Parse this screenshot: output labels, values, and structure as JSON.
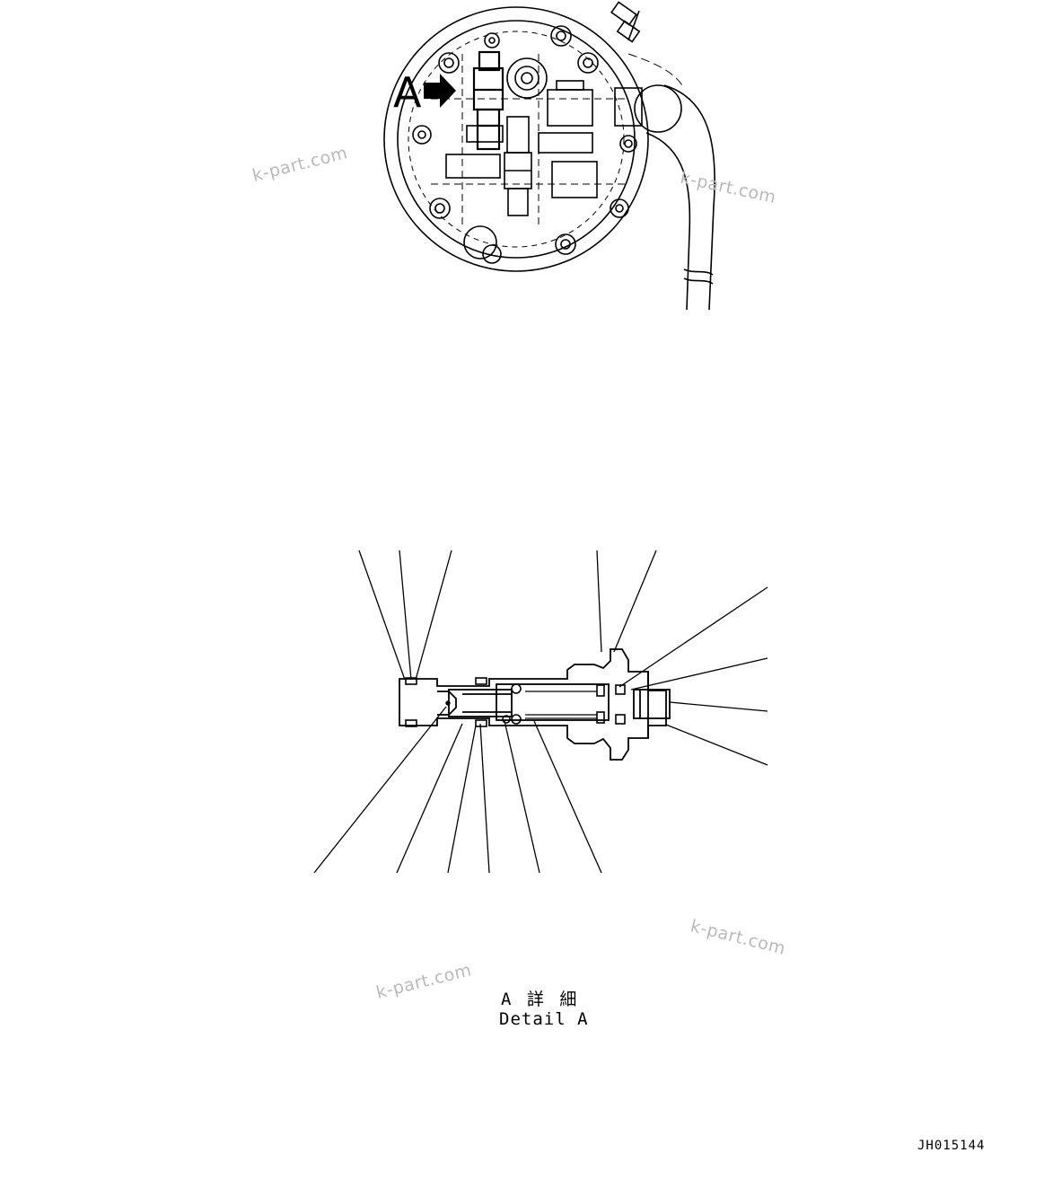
{
  "diagram": {
    "view_marker": "A",
    "detail_caption_jp": "A 詳 細",
    "detail_caption_en": "Detail A",
    "drawing_number": "JH015144"
  },
  "watermarks": [
    {
      "text": "k-part.com"
    },
    {
      "text": "k-part.com"
    },
    {
      "text": "k-part.com"
    },
    {
      "text": "k-part.com"
    }
  ]
}
